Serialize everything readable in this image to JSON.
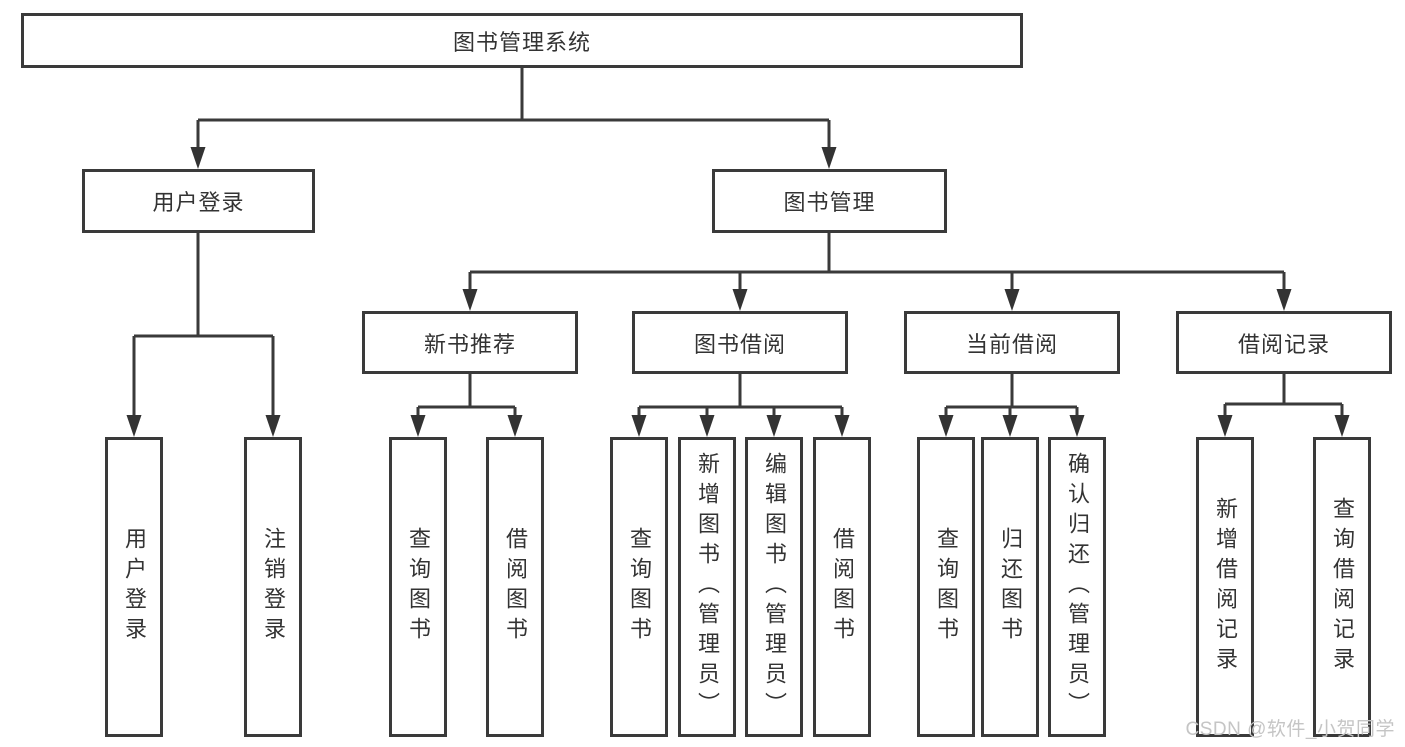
{
  "diagram": {
    "tree": {
      "root": {
        "label": "图书管理系统",
        "children": [
          {
            "label": "用户登录",
            "children": [
              {
                "label": "用户登录"
              },
              {
                "label": "注销登录"
              }
            ]
          },
          {
            "label": "图书管理",
            "children": [
              {
                "label": "新书推荐",
                "children": [
                  {
                    "label": "查询图书"
                  },
                  {
                    "label": "借阅图书"
                  }
                ]
              },
              {
                "label": "图书借阅",
                "children": [
                  {
                    "label": "查询图书"
                  },
                  {
                    "label": "新增图书（管理员）"
                  },
                  {
                    "label": "编辑图书（管理员）"
                  },
                  {
                    "label": "借阅图书"
                  }
                ]
              },
              {
                "label": "当前借阅",
                "children": [
                  {
                    "label": "查询图书"
                  },
                  {
                    "label": "归还图书"
                  },
                  {
                    "label": "确认归还（管理员）"
                  }
                ]
              },
              {
                "label": "借阅记录",
                "children": [
                  {
                    "label": "新增借阅记录"
                  },
                  {
                    "label": "查询借阅记录"
                  }
                ]
              }
            ]
          }
        ]
      }
    },
    "colors": {
      "line": "#3a3a3a",
      "text": "#333333",
      "background": "#ffffff",
      "watermark": "#c5c5c5"
    }
  },
  "watermark": {
    "text": "CSDN @软件_小贺同学"
  }
}
